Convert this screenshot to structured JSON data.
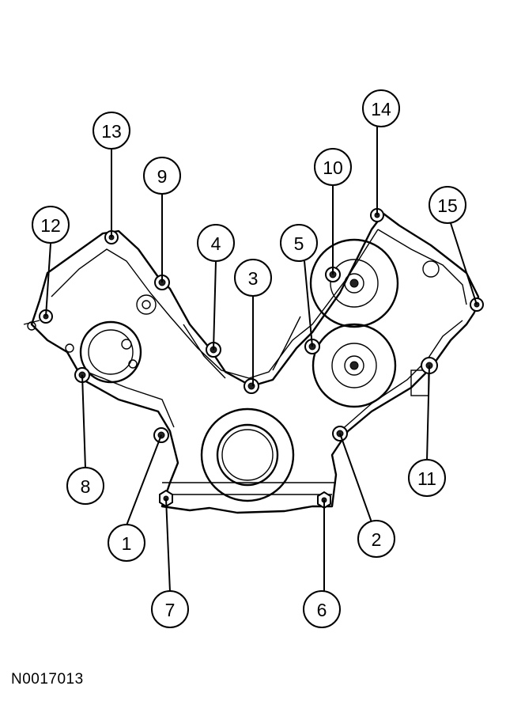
{
  "figure_id": "N0017013",
  "callouts": [
    {
      "label": "1"
    },
    {
      "label": "2"
    },
    {
      "label": "3"
    },
    {
      "label": "4"
    },
    {
      "label": "5"
    },
    {
      "label": "6"
    },
    {
      "label": "7"
    },
    {
      "label": "8"
    },
    {
      "label": "9"
    },
    {
      "label": "10"
    },
    {
      "label": "11"
    },
    {
      "label": "12"
    },
    {
      "label": "13"
    },
    {
      "label": "14"
    },
    {
      "label": "15"
    }
  ]
}
